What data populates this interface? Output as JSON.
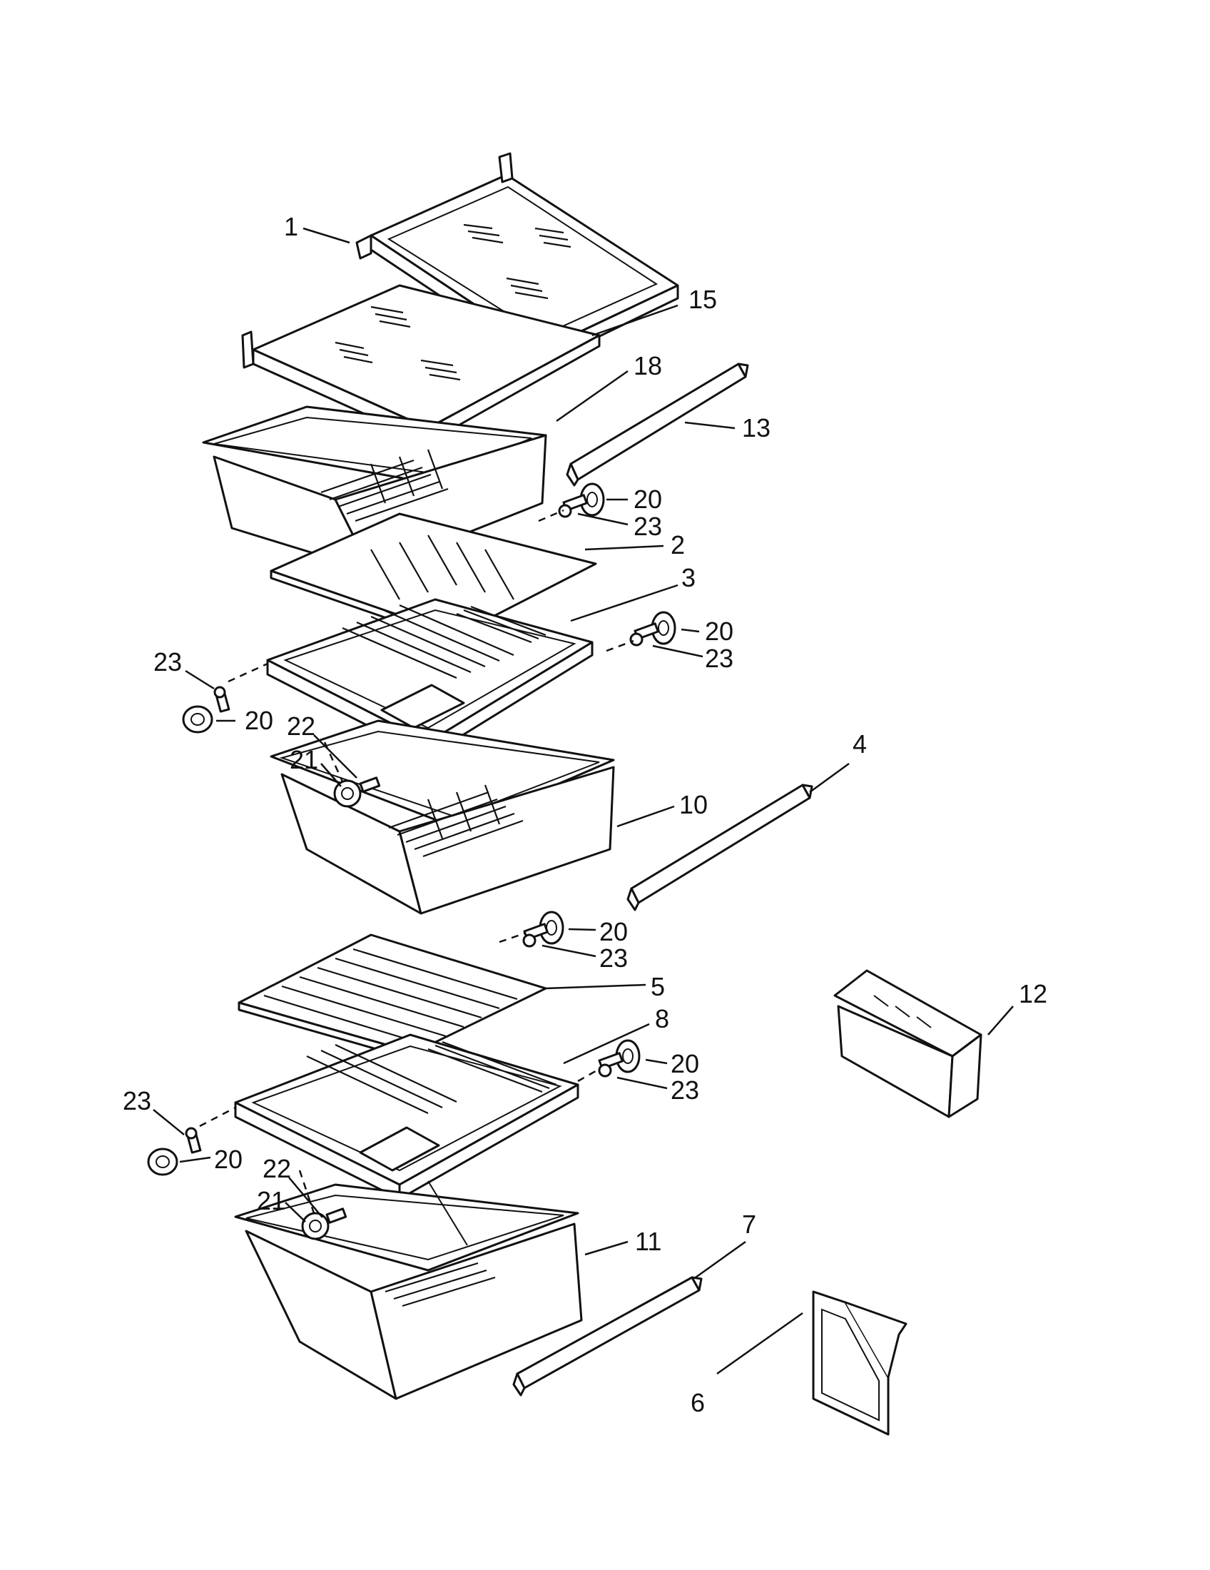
{
  "colors": {
    "ink": "#111111",
    "paper": "#ffffff"
  },
  "callouts": [
    {
      "id": "c1",
      "text": "1"
    },
    {
      "id": "c15",
      "text": "15"
    },
    {
      "id": "c18",
      "text": "18"
    },
    {
      "id": "c13",
      "text": "13"
    },
    {
      "id": "c20a",
      "text": "20"
    },
    {
      "id": "c23a",
      "text": "23"
    },
    {
      "id": "c2",
      "text": "2"
    },
    {
      "id": "c3",
      "text": "3"
    },
    {
      "id": "c20b",
      "text": "20"
    },
    {
      "id": "c23b",
      "text": "23"
    },
    {
      "id": "c23c",
      "text": "23"
    },
    {
      "id": "c20c",
      "text": "20"
    },
    {
      "id": "c22a",
      "text": "22"
    },
    {
      "id": "c21a",
      "text": "21"
    },
    {
      "id": "c4",
      "text": "4"
    },
    {
      "id": "c10",
      "text": "10"
    },
    {
      "id": "c20d",
      "text": "20"
    },
    {
      "id": "c23d",
      "text": "23"
    },
    {
      "id": "c5",
      "text": "5"
    },
    {
      "id": "c12",
      "text": "12"
    },
    {
      "id": "c8",
      "text": "8"
    },
    {
      "id": "c20e",
      "text": "20"
    },
    {
      "id": "c23e",
      "text": "23"
    },
    {
      "id": "c23f",
      "text": "23"
    },
    {
      "id": "c20f",
      "text": "20"
    },
    {
      "id": "c22b",
      "text": "22"
    },
    {
      "id": "c21b",
      "text": "21"
    },
    {
      "id": "c11",
      "text": "11"
    },
    {
      "id": "c7",
      "text": "7"
    },
    {
      "id": "c6",
      "text": "6"
    }
  ]
}
